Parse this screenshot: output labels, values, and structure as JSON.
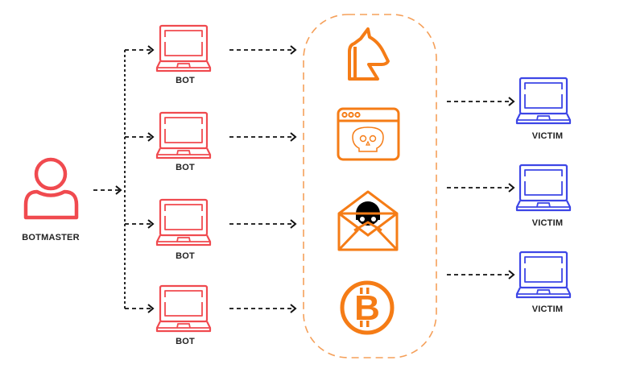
{
  "colors": {
    "botmaster": "#f04a4f",
    "bot": "#f04a4f",
    "attack": "#f57c16",
    "victim": "#3d46e6",
    "connector": "#111111",
    "label": "#222222"
  },
  "botmaster": {
    "label": "BOTMASTER",
    "icon": "user-icon"
  },
  "bots": [
    {
      "label": "BOT",
      "icon": "laptop-icon"
    },
    {
      "label": "BOT",
      "icon": "laptop-icon"
    },
    {
      "label": "BOT",
      "icon": "laptop-icon"
    },
    {
      "label": "BOT",
      "icon": "laptop-icon"
    }
  ],
  "attacks": [
    {
      "name": "trojan",
      "icon": "trojan-horse-icon"
    },
    {
      "name": "malware",
      "icon": "browser-skull-icon"
    },
    {
      "name": "phishing",
      "icon": "envelope-hacker-icon"
    },
    {
      "name": "ransomware",
      "icon": "bitcoin-icon"
    }
  ],
  "victims": [
    {
      "label": "VICTIM",
      "icon": "laptop-icon"
    },
    {
      "label": "VICTIM",
      "icon": "laptop-icon"
    },
    {
      "label": "VICTIM",
      "icon": "laptop-icon"
    }
  ]
}
